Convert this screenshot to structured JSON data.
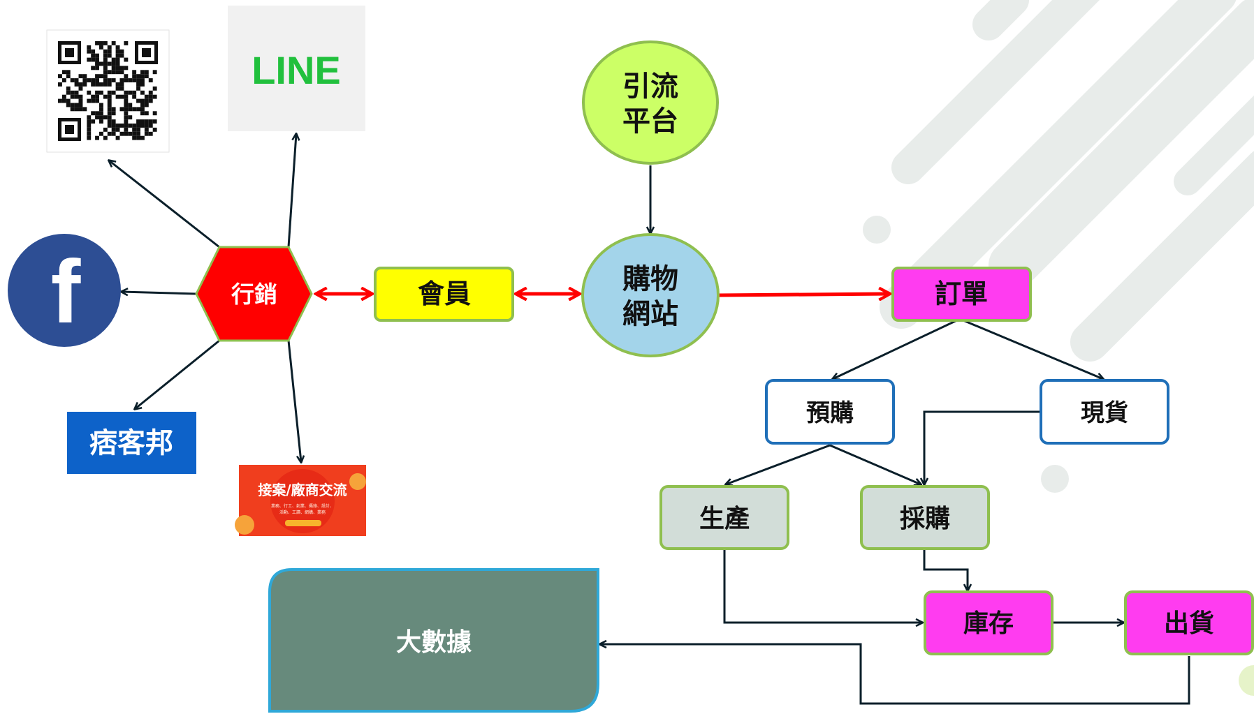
{
  "nodes": {
    "marketing": "行銷",
    "member": "會員",
    "traffic_platform": [
      "引流",
      "平台"
    ],
    "shopping_site": [
      "購物",
      "網站"
    ],
    "order": "訂單",
    "preorder": "預購",
    "in_stock": "現貨",
    "production": "生產",
    "purchasing": "採購",
    "inventory": "庫存",
    "shipping": "出貨",
    "big_data": "大數據"
  },
  "logos": {
    "line": "LINE",
    "facebook": "f",
    "pixnet": "痞客邦",
    "case_banner": {
      "top": "接案/廠商交流",
      "tags_line1": "業務、行工、創業、攝錄、設計、",
      "tags_line2": "活動、工讀、網購、業務"
    }
  },
  "colors": {
    "marketing_fill": "#ff0000",
    "member_fill": "#ffff00",
    "circle_green": "#ccff66",
    "circle_blue": "#a3d4ea",
    "order_fill": "#ff3cf0",
    "node_border_green": "#8fbf4f",
    "outline_blue": "#1f6fb8",
    "gray_fill": "#d2ddd8",
    "big_data_fill": "#678a7c",
    "line_green": "#21c03d",
    "facebook_blue": "#2d4e94",
    "pixnet_blue": "#0d62c9",
    "banner_orange": "#f03e1e",
    "connector": "#0b1f2a",
    "accent_red": "#ff0000"
  }
}
